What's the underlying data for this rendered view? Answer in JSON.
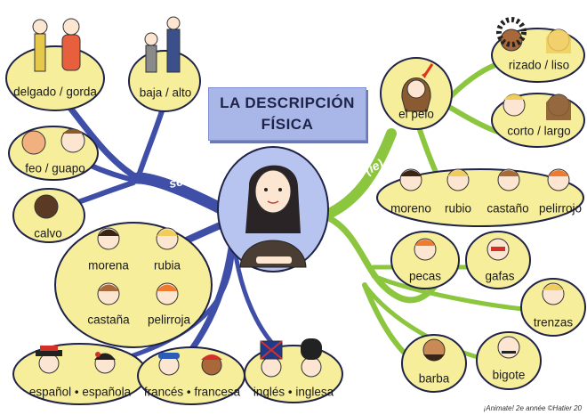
{
  "title": {
    "line1": "LA DESCRIPCIÓN",
    "line2": "FÍSICA"
  },
  "branches": {
    "ser": "ser",
    "tener": "tener (ie)"
  },
  "ser_items": {
    "delgado_gorda": "delgado / gorda",
    "baja_alto": "baja / alto",
    "feo_guapo": "feo / guapo",
    "calvo": "calvo",
    "hair_group": [
      "morena",
      "rubia",
      "castaña",
      "pelirroja"
    ],
    "nationalities": [
      "español • española",
      "francés • francesa",
      "inglés • inglesa"
    ]
  },
  "tener_items": {
    "el_pelo": "el pelo",
    "pelo_types": [
      "rizado / liso",
      "corto / largo"
    ],
    "colors": [
      "moreno",
      "rubio",
      "castaño",
      "pelirrojo"
    ],
    "features": [
      "pecas",
      "gafas",
      "trenzas",
      "barba",
      "bigote"
    ]
  },
  "credit": "¡Animate! 2e année ©Hatier 20",
  "colors": {
    "ser_branch": "#3f4fa8",
    "tener_branch": "#8cc63f",
    "bubble": "#f6ee9b",
    "bubble_border": "#1f2348",
    "title_box": "#a9b6e8"
  }
}
